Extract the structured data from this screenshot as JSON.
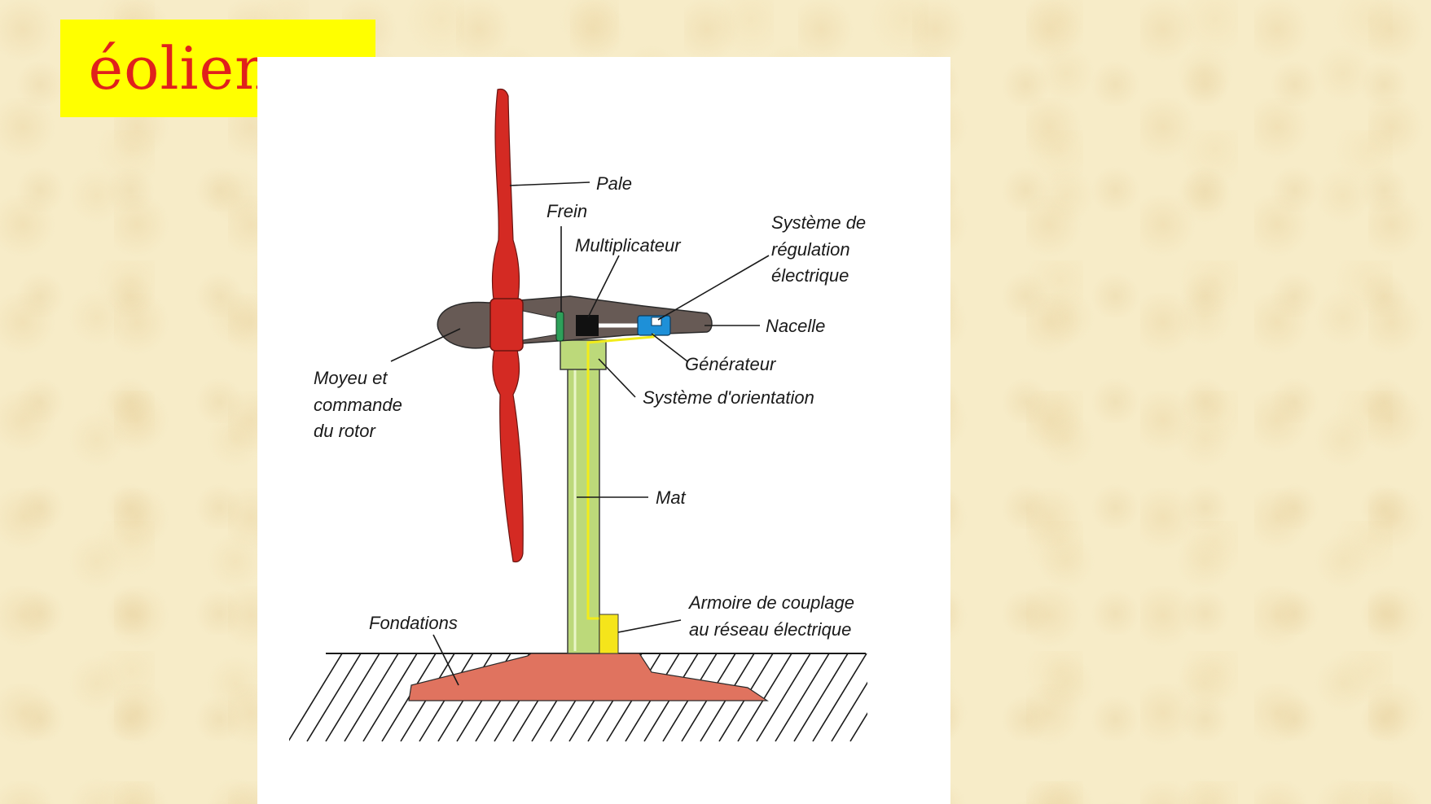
{
  "title": "éolienne",
  "colors": {
    "title_background": "#ffff00",
    "title_text": "#e0201c",
    "blade": "#d42a23",
    "nacelle": "#675a55",
    "tower": "#bcd97a",
    "generator": "#1e90d8",
    "foundation": "#e0735f",
    "cable": "#f2ec1a",
    "coupling_cabinet": "#f5e51b"
  },
  "labels": {
    "pale": "Pale",
    "frein": "Frein",
    "multiplicateur": "Multiplicateur",
    "regulation_1": "Système de",
    "regulation_2": "régulation",
    "regulation_3": "électrique",
    "nacelle": "Nacelle",
    "generateur": "Générateur",
    "orientation": "Système d'orientation",
    "moyeu_1": "Moyeu et",
    "moyeu_2": "commande",
    "moyeu_3": "du rotor",
    "mat": "Mat",
    "armoire_1": "Armoire de couplage",
    "armoire_2": "au réseau électrique",
    "fondations": "Fondations"
  }
}
